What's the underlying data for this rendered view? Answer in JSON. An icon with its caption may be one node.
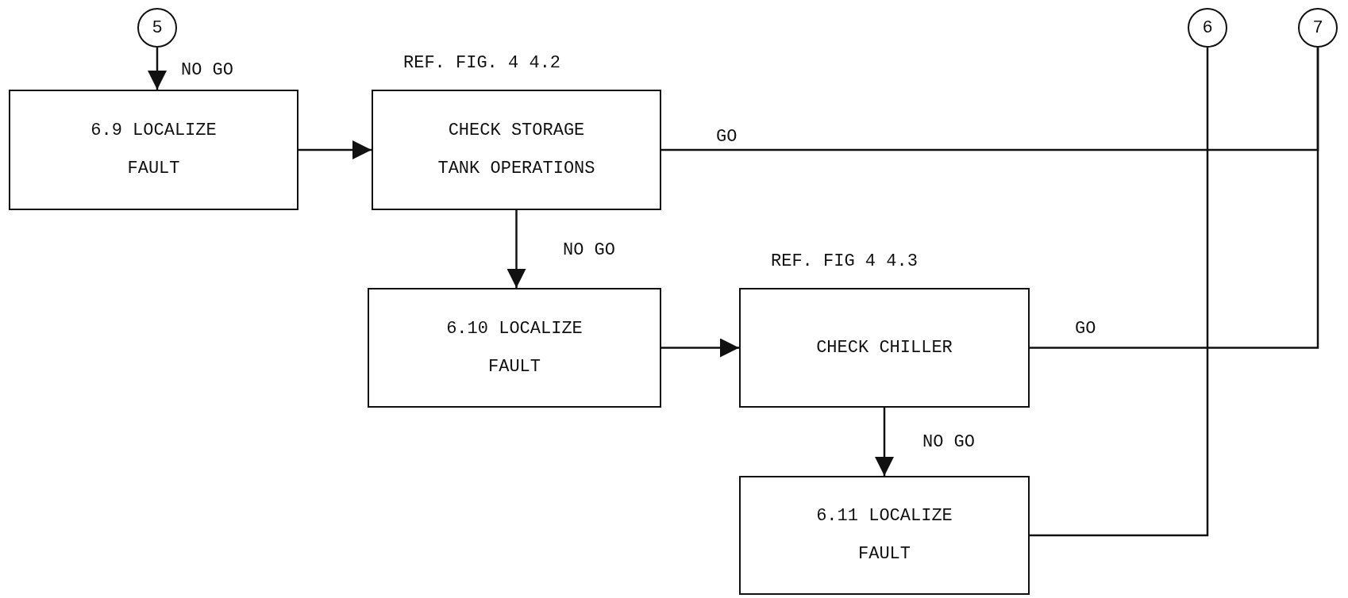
{
  "diagram": {
    "nodes": [
      {
        "text": [
          "5"
        ]
      },
      {
        "text": [
          "6"
        ]
      },
      {
        "text": [
          "7"
        ]
      },
      {
        "text": [
          "6.9 LOCALIZE FAULT"
        ]
      },
      {
        "text": [
          "REF. FIG. 4 4.2",
          "CHECK STORAGE TANK OPERATIONS"
        ]
      },
      {
        "text": [
          "6.10 LOCALIZE FAULT"
        ]
      },
      {
        "text": [
          "REF. FIG 4 4.3",
          "CHECK CHILLER"
        ]
      },
      {
        "text": [
          "6.11 LOCALIZE FAULT"
        ]
      }
    ],
    "edges": [
      {
        "from": 0,
        "to": 3,
        "arrow": "to",
        "label": "NO GO"
      },
      {
        "from": 3,
        "to": 4,
        "arrow": "to"
      },
      {
        "from": 4,
        "to": 2,
        "arrow": "none",
        "label": "GO"
      },
      {
        "from": 4,
        "to": 5,
        "arrow": "to",
        "label": "NO GO"
      },
      {
        "from": 5,
        "to": 6,
        "arrow": "to"
      },
      {
        "from": 6,
        "to": 2,
        "arrow": "none",
        "label": "GO"
      },
      {
        "from": 6,
        "to": 7,
        "arrow": "to",
        "label": "NO GO"
      },
      {
        "from": 7,
        "to": 1,
        "arrow": "none"
      }
    ]
  }
}
